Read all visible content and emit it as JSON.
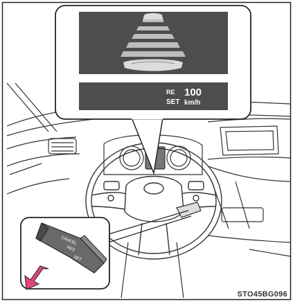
{
  "display": {
    "icon_text": "RE",
    "set_label": "SET",
    "speed_value": "100",
    "speed_unit": "km/h"
  },
  "lever_labels": {
    "cancel": "CANCEL",
    "res": "RES",
    "set": "SET"
  },
  "figure_code": "STO45BG096",
  "colors": {
    "display_bg": "#4d4d4d",
    "display_text": "#ffffff",
    "arrow": "#e0457b",
    "line": "#222222"
  }
}
